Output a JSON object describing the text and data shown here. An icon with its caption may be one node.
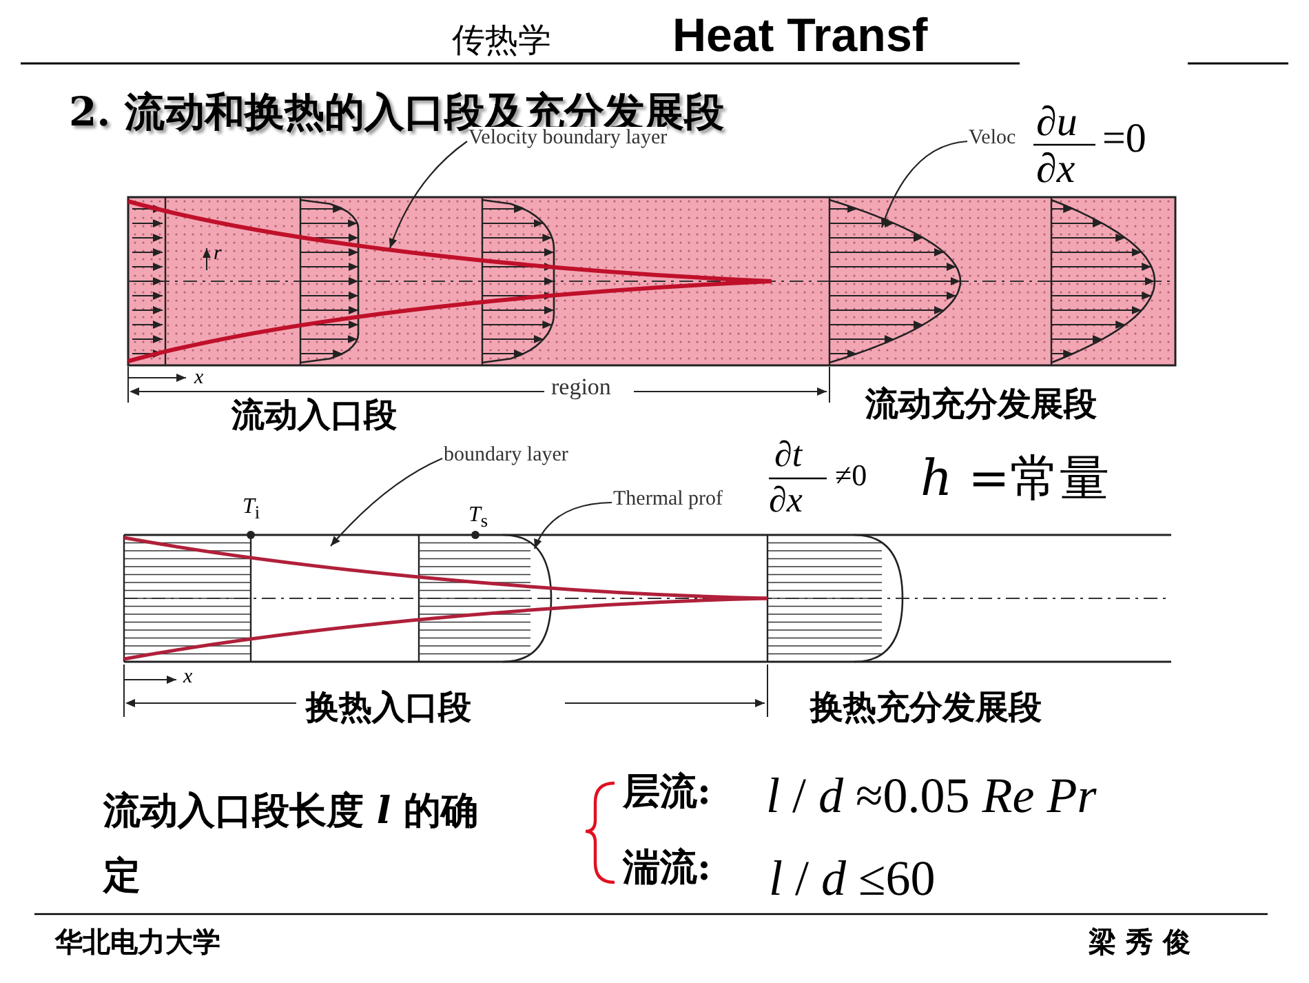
{
  "diagram": {
    "title": "2. 流动和换热的入口段及充分发展段",
    "nodes": [
      {
        "text": [
          "Velocity boundary layer"
        ]
      },
      {
        "text": [
          "Veloc"
        ]
      },
      {
        "text": [
          "boundary layer"
        ]
      },
      {
        "text": [
          "Thermal prof"
        ]
      }
    ],
    "edges": [
      {
        "from": 0,
        "to": null,
        "arrow": "to"
      },
      {
        "from": 1,
        "to": null,
        "arrow": "to"
      },
      {
        "from": 2,
        "to": null,
        "arrow": "to"
      },
      {
        "from": 3,
        "to": null,
        "arrow": "to"
      }
    ],
    "labels": [
      "传热学",
      "Heat Transf",
      "∂u",
      "∂x",
      "=0",
      "r",
      "x",
      "region",
      "流动入口段",
      "流动充分发展段",
      "∂t",
      "∂x",
      "≠0",
      "*h* =常量",
      "*T*$_{i}$",
      "*T*$_{s}$",
      "x",
      "换热入口段",
      "换热充分发展段",
      "流动入口段长度 *l* 的确定",
      "层流:",
      "*l* / *d* ≈0.05 *Re Pr*",
      "湍流:",
      "*l* / *d* ≤60",
      "华北电力大学",
      "梁 秀 俊"
    ]
  }
}
